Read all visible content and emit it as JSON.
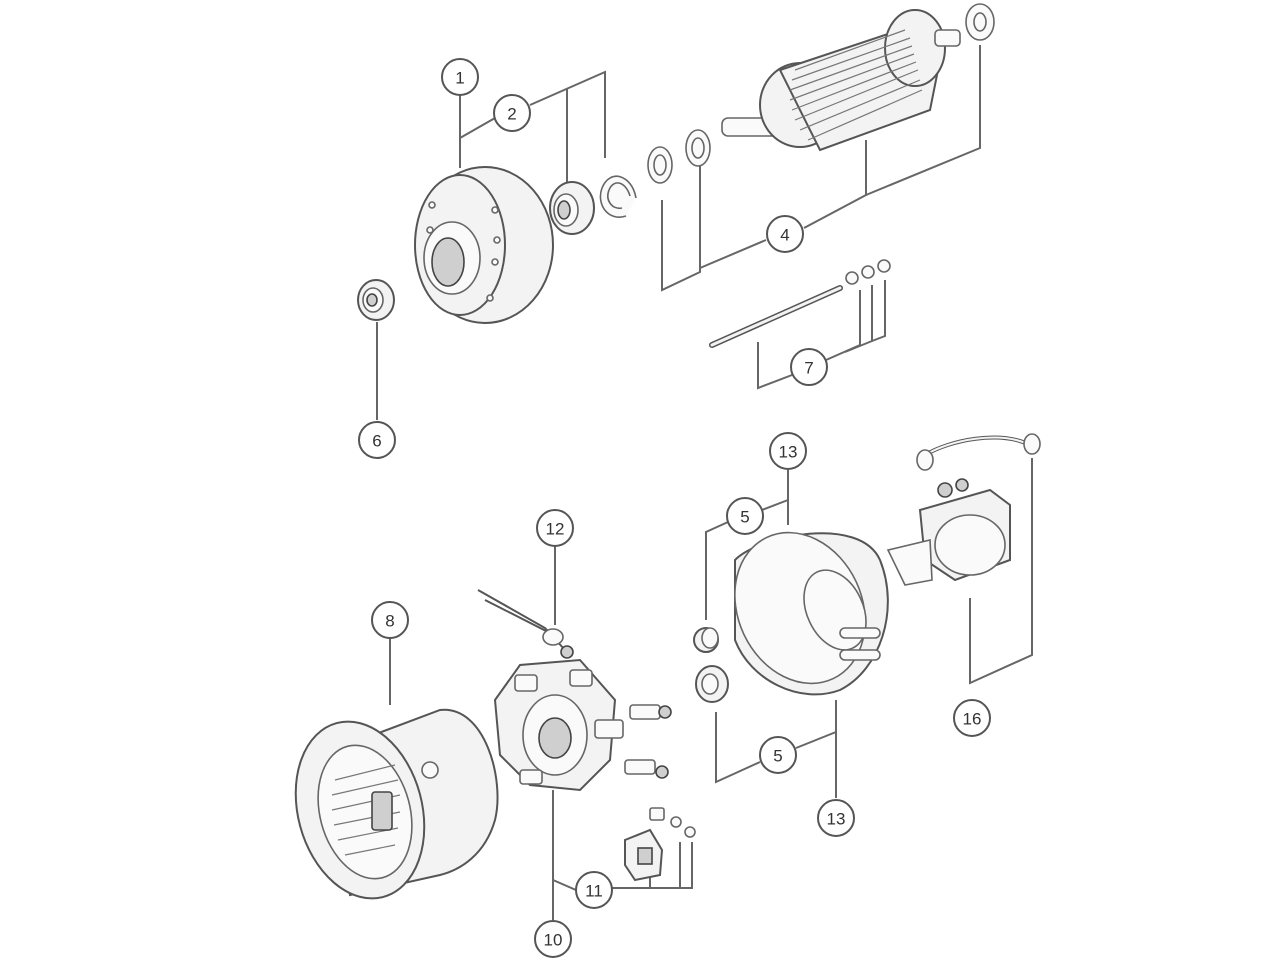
{
  "callouts": [
    {
      "id": "c1",
      "label": "1"
    },
    {
      "id": "c2",
      "label": "2"
    },
    {
      "id": "c4",
      "label": "4"
    },
    {
      "id": "c7",
      "label": "7"
    },
    {
      "id": "c6",
      "label": "6"
    },
    {
      "id": "c13a",
      "label": "13"
    },
    {
      "id": "c5a",
      "label": "5"
    },
    {
      "id": "c12",
      "label": "12"
    },
    {
      "id": "c8",
      "label": "8"
    },
    {
      "id": "c16",
      "label": "16"
    },
    {
      "id": "c5b",
      "label": "5"
    },
    {
      "id": "c13b",
      "label": "13"
    },
    {
      "id": "c11",
      "label": "11"
    },
    {
      "id": "c10",
      "label": "10"
    }
  ],
  "colors": {
    "line": "#555555",
    "fill": "#f3f3f3",
    "background": "#ffffff"
  }
}
